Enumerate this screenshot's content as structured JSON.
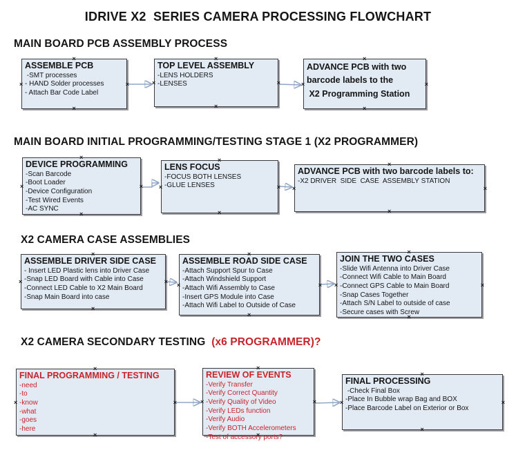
{
  "title": "IDRIVE X2  SERIES CAMERA PROCESSING FLOWCHART",
  "colors": {
    "box_fill": "#e2eaf4",
    "box_border": "#3a3a3a",
    "accent_red": "#c9232a",
    "connector_line": "#8fa5c5",
    "connector_arrowhead": "#44619e"
  },
  "sections": [
    {
      "heading": "MAIN BOARD PCB ASSEMBLY PROCESS",
      "boxes": [
        {
          "title": "ASSEMBLE PCB",
          "items": [
            " -SMT processes",
            "- HAND Solder processes",
            "- Attach Bar Code Label"
          ]
        },
        {
          "title": "TOP LEVEL ASSEMBLY",
          "items": [
            "-LENS HOLDERS",
            "-LENSES"
          ]
        },
        {
          "title_lines": [
            "ADVANCE PCB with two",
            "barcode labels to the",
            " X2 Programming Station"
          ]
        }
      ]
    },
    {
      "heading": "MAIN BOARD INITIAL PROGRAMMING/TESTING STAGE 1 (X2 PROGRAMMER)",
      "boxes": [
        {
          "title": "DEVICE PROGRAMMING",
          "items": [
            "-Scan Barcode",
            "-Boot Loader",
            "-Device Configuration",
            "-Test Wired Events",
            "-AC SYNC"
          ]
        },
        {
          "title": "LENS FOCUS",
          "items": [
            "-FOCUS BOTH LENSES",
            "-GLUE LENSES"
          ]
        },
        {
          "title": "ADVANCE PCB with two barcode labels to:",
          "items": [
            "-X2 DRIVER  SIDE  CASE  ASSEMBLY STATION"
          ]
        }
      ]
    },
    {
      "heading": "X2 CAMERA CASE ASSEMBLIES",
      "boxes": [
        {
          "title": "ASSEMBLE DRIVER SIDE CASE",
          "items": [
            "- Insert LED Plastic lens into Driver Case",
            "-Snap LED Board with Cable into Case",
            "-Connect LED Cable to X2 Main Board",
            "-Snap Main Board into case"
          ]
        },
        {
          "title": "ASSEMBLE ROAD SIDE CASE",
          "items": [
            "-Attach Support Spur to Case",
            "-Attach Windshield Support",
            "-Attach Wifi Assembly to Case",
            "-Insert GPS Module into Case",
            "-Attach Wifi Label to Outside of Case"
          ]
        },
        {
          "title": "JOIN THE TWO CASES",
          "items": [
            "-Slide Wifi Antenna into Driver Case",
            "-Connect Wifi Cable to Main Board",
            "-Connect GPS Cable to Main Board",
            "-Snap Cases Together",
            "-Attach S/N Label to outside of case",
            "-Secure cases with Screw"
          ]
        }
      ]
    },
    {
      "heading": "X2 CAMERA SECONDARY TESTING",
      "heading_accent": "  (x6 PROGRAMMER)?",
      "boxes": [
        {
          "title": "FINAL PROGRAMMING / TESTING",
          "color": "red",
          "items": [
            "-need",
            "-to",
            "-know",
            "-what",
            "-goes",
            "-here"
          ]
        },
        {
          "title": "REVIEW OF EVENTS",
          "color": "red",
          "items": [
            "-Verify Transfer",
            "-Verify Correct Quantity",
            "-Verify Quality of Video",
            "-Verify LEDs function",
            "-Verify Audio",
            "-Verify BOTH Accelerometers",
            "-Test of accessory ports?"
          ]
        },
        {
          "title": "FINAL PROCESSING",
          "items": [
            " -Check Final Box",
            "-Place In Bubble wrap Bag and BOX",
            "-Place Barcode Label on Exterior or Box"
          ]
        }
      ]
    }
  ]
}
